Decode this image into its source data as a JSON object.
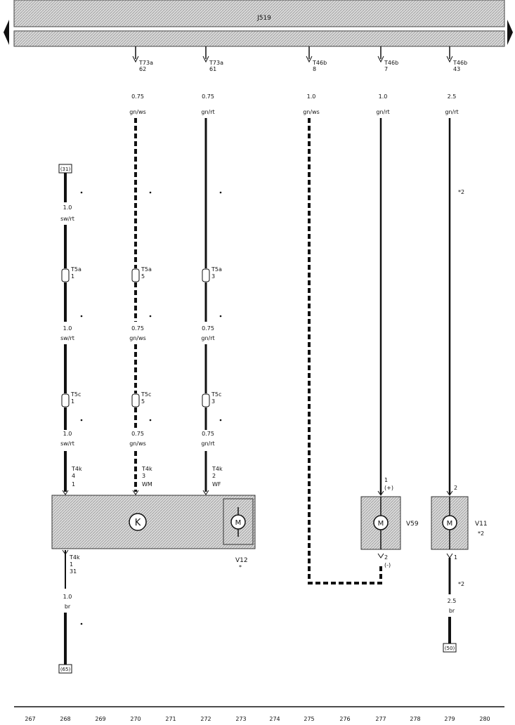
{
  "control_unit": {
    "label": "J519"
  },
  "wires": [
    {
      "id": "w270",
      "connector": "T73a",
      "pin": "62",
      "gauge": "0.75",
      "color": "gn/ws",
      "dashed": true
    },
    {
      "id": "w272",
      "connector": "T73a",
      "pin": "61",
      "gauge": "0.75",
      "color": "gn/rt",
      "dashed": false
    },
    {
      "id": "w275",
      "connector": "T46b",
      "pin": "8",
      "gauge": "1.0",
      "color": "gn/ws",
      "dashed": true
    },
    {
      "id": "w277",
      "connector": "T46b",
      "pin": "7",
      "gauge": "1.0",
      "color": "gn/rt",
      "dashed": false
    },
    {
      "id": "w279",
      "connector": "T46b",
      "pin": "43",
      "gauge": "2.5",
      "color": "gn/rt",
      "dashed": false
    }
  ],
  "wire_268": {
    "top_terminal": "(31)",
    "gauge": "1.0",
    "color": "sw/rt",
    "bottom_connector": "T4k",
    "bottom_pin": "4",
    "bottom_terminal_label": "1",
    "lower_connector": "T4k",
    "lower_pin": "1",
    "lower_terminal_label": "31",
    "lower_gauge": "1.0",
    "lower_color": "br",
    "ground_label": "(65)"
  },
  "connectors_mid": {
    "upper": "T5a",
    "lower": "T5c",
    "pins": [
      "1",
      "5",
      "3"
    ]
  },
  "segments": {
    "w270_gauge": "0.75",
    "w270_color": "gn/ws",
    "w272_gauge": "0.75",
    "w272_color": "gn/rt"
  },
  "module_pins": {
    "w268": {
      "conn": "T4k",
      "pin": "4",
      "term": "1"
    },
    "w270": {
      "conn": "T4k",
      "pin": "3",
      "term": "WM"
    },
    "w272": {
      "conn": "T4k",
      "pin": "2",
      "term": "WF"
    }
  },
  "v_module": {
    "label": "V12",
    "note": "*"
  },
  "v_motor_mid": {
    "label": "V59",
    "pin_top": "1",
    "pin_top_term": "(+)",
    "pin_bottom": "2",
    "pin_bottom_term": "(-)"
  },
  "v_motor_right": {
    "label": "V11",
    "note": "*2",
    "pin_top": "2",
    "pin_bottom": "1"
  },
  "right_bottom": {
    "gauge": "2.5",
    "color": "br",
    "note": "*2",
    "ground_label": "(50)"
  },
  "right_note": "*2",
  "module_symbol": "K",
  "motor_symbol": "M",
  "footer_numbers": [
    "267",
    "268",
    "269",
    "270",
    "271",
    "272",
    "273",
    "274",
    "275",
    "276",
    "277",
    "278",
    "279",
    "280"
  ]
}
